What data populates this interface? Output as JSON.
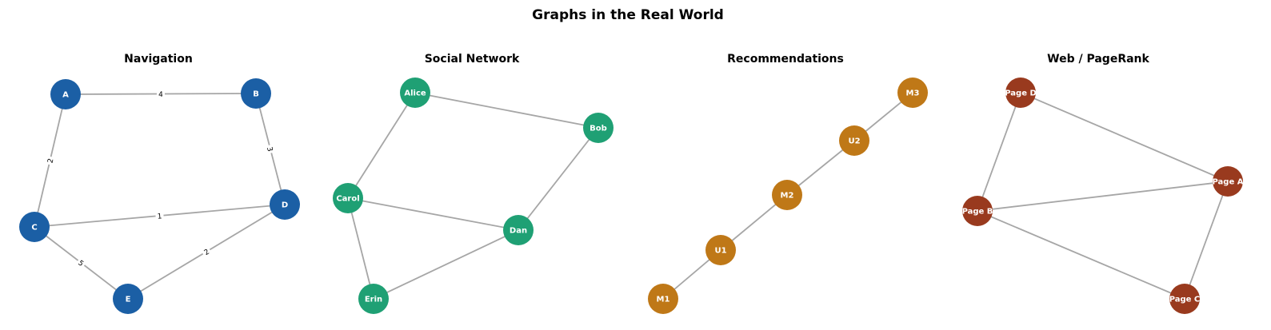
{
  "title": "Graphs in the Real World",
  "panels": [
    {
      "id": "navigation",
      "title": "Navigation",
      "color": "#1b5fa5",
      "weighted": true,
      "nodes": [
        "A",
        "B",
        "C",
        "D",
        "E"
      ],
      "edges": [
        {
          "source": "A",
          "target": "B",
          "weight": "4"
        },
        {
          "source": "A",
          "target": "C",
          "weight": "2"
        },
        {
          "source": "B",
          "target": "D",
          "weight": "3"
        },
        {
          "source": "C",
          "target": "D",
          "weight": "1"
        },
        {
          "source": "C",
          "target": "E",
          "weight": "5"
        },
        {
          "source": "D",
          "target": "E",
          "weight": "2"
        }
      ]
    },
    {
      "id": "social-network",
      "title": "Social Network",
      "color": "#1fa074",
      "weighted": false,
      "nodes": [
        "Alice",
        "Bob",
        "Carol",
        "Dan",
        "Erin"
      ],
      "edges": [
        {
          "source": "Alice",
          "target": "Bob"
        },
        {
          "source": "Alice",
          "target": "Carol"
        },
        {
          "source": "Bob",
          "target": "Dan"
        },
        {
          "source": "Carol",
          "target": "Dan"
        },
        {
          "source": "Carol",
          "target": "Erin"
        },
        {
          "source": "Dan",
          "target": "Erin"
        }
      ]
    },
    {
      "id": "recommendations",
      "title": "Recommendations",
      "color": "#bf7817",
      "weighted": false,
      "nodes": [
        "M1",
        "U1",
        "M2",
        "U2",
        "M3"
      ],
      "edges": [
        {
          "source": "M1",
          "target": "U1"
        },
        {
          "source": "U1",
          "target": "M2"
        },
        {
          "source": "M2",
          "target": "U2"
        },
        {
          "source": "U2",
          "target": "M3"
        }
      ]
    },
    {
      "id": "web-pagerank",
      "title": "Web / PageRank",
      "color": "#993a1e",
      "weighted": false,
      "nodes": [
        "Page D",
        "Page A",
        "Page B",
        "Page C"
      ],
      "edges": [
        {
          "source": "Page D",
          "target": "Page A"
        },
        {
          "source": "Page D",
          "target": "Page B"
        },
        {
          "source": "Page B",
          "target": "Page A"
        },
        {
          "source": "Page A",
          "target": "Page C"
        },
        {
          "source": "Page B",
          "target": "Page C"
        }
      ]
    }
  ]
}
